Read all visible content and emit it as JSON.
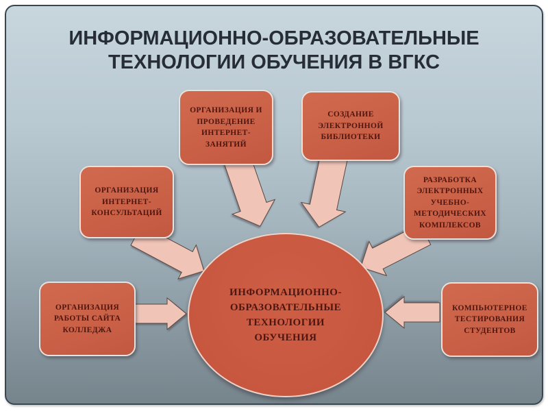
{
  "slide": {
    "title": {
      "lines": [
        "ИНФОРМАЦИОННО-ОБРАЗОВАТЕЛЬНЫЕ",
        "ТЕХНОЛОГИИ ОБУЧЕНИЯ В ВГКС"
      ]
    },
    "center_node": {
      "id": "information-educational-technologies",
      "lines": [
        "ИНФОРМАЦИОННО-",
        "ОБРАЗОВАТЕЛЬНЫЕ",
        "ТЕХНОЛОГИИ",
        "ОБУЧЕНИЯ"
      ]
    },
    "nodes": [
      {
        "id": "internet-lessons",
        "position": "top-left",
        "lines": [
          "ОРГАНИЗАЦИЯ И",
          "ПРОВЕДЕНИЕ",
          "ИНТЕРНЕТ-",
          "ЗАНЯТИЙ"
        ]
      },
      {
        "id": "electronic-library",
        "position": "top-right",
        "lines": [
          "СОЗДАНИЕ",
          "ЭЛЕКТРОННОЙ",
          "БИБЛИОТЕКИ"
        ]
      },
      {
        "id": "internet-consultations",
        "position": "mid-left",
        "lines": [
          "ОРГАНИЗАЦИЯ",
          "ИНТЕРНЕТ-",
          "КОНСУЛЬТАЦИЙ"
        ]
      },
      {
        "id": "methodical-complexes",
        "position": "mid-right",
        "lines": [
          "РАЗРАБОТКА",
          "ЭЛЕКТРОННЫХ",
          "УЧЕБНО-",
          "МЕТОДИЧЕСКИХ",
          "КОМПЛЕКСОВ"
        ]
      },
      {
        "id": "college-website",
        "position": "bottom-left",
        "lines": [
          "ОРГАНИЗАЦИЯ",
          "РАБОТЫ САЙТА",
          "КОЛЛЕДЖА"
        ]
      },
      {
        "id": "computer-testing",
        "position": "bottom-right",
        "lines": [
          "КОМПЬЮТЕРНОЕ",
          "ТЕСТИРОВАНИЯ",
          "СТУДЕНТОВ"
        ]
      }
    ],
    "arrows": [
      {
        "from": "internet-lessons",
        "to": "center",
        "direction": "down-right"
      },
      {
        "from": "electronic-library",
        "to": "center",
        "direction": "down-left"
      },
      {
        "from": "internet-consultations",
        "to": "center",
        "direction": "diagonal-down-right"
      },
      {
        "from": "methodical-complexes",
        "to": "center",
        "direction": "diagonal-down-left"
      },
      {
        "from": "college-website",
        "to": "center",
        "direction": "right"
      },
      {
        "from": "computer-testing",
        "to": "center",
        "direction": "left"
      }
    ],
    "colors": {
      "node_fill": "#ca6148",
      "ellipse_fill": "#c85740",
      "node_border": "#e9e2dc",
      "arrow_fill": "#f0c5b7",
      "arrow_outline": "#55453f",
      "node_text": "#4f150f",
      "title_text": "#262d36",
      "background_top": "#c8d6de",
      "background_bottom": "#76848c",
      "frame_border": "#39464f",
      "page_background": "#ffffff"
    }
  }
}
